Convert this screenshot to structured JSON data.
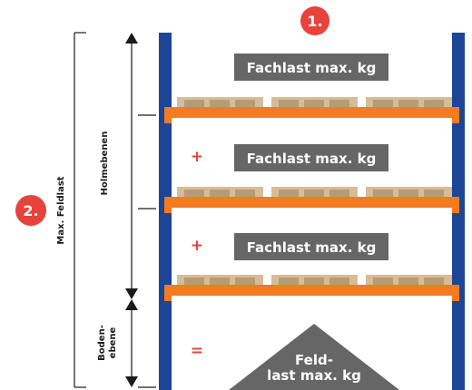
{
  "badges": [
    {
      "number": "1."
    },
    {
      "number": "2."
    }
  ],
  "labels": {
    "fachlast": "Fachlast max. kg",
    "feldlast_line1": "Feld-",
    "feldlast_line2": "last max. kg",
    "holmebenen": "Holmebenen",
    "bodenebene_line1": "Boden-",
    "bodenebene_line2": "ebene",
    "max_feldlast": "Max. Feldlast",
    "plus": "+",
    "equals": "="
  },
  "colors": {
    "upright_blue": "#1d4596",
    "beam_orange": "#f47b20",
    "badge_red": "#e8423c",
    "label_gray": "#666666",
    "pallet_tan": "#d6bc97",
    "pallet_dark": "#b89b75",
    "dimension_black": "#1a1a1a"
  }
}
